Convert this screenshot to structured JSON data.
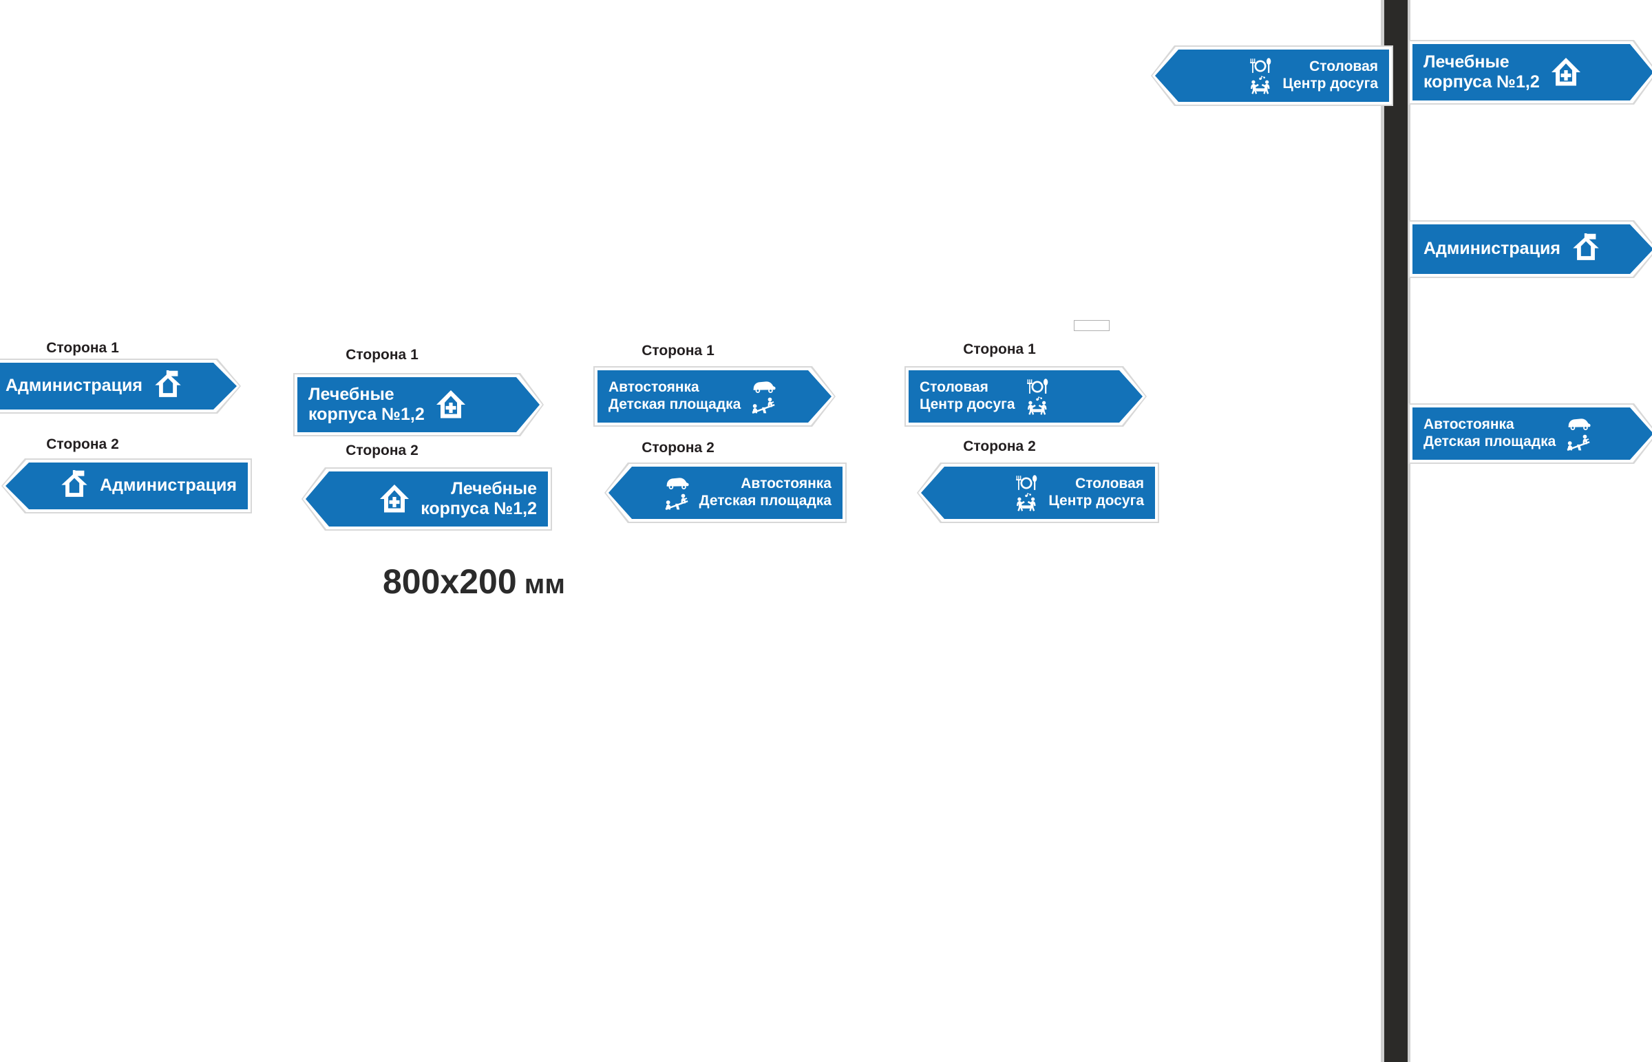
{
  "meta": {
    "dimension_caption_value": "800x200",
    "dimension_caption_unit": " мм"
  },
  "labels": {
    "side1": "Сторона 1",
    "side2": "Сторона 2"
  },
  "groups": [
    {
      "id": "administration",
      "side1_label": "Сторона 1",
      "side2_label": "Сторона 2",
      "lines": [
        "Администрация"
      ],
      "icons": [
        "administration-house-flag-icon"
      ]
    },
    {
      "id": "medical-buildings",
      "side1_label": "Сторона 1",
      "side2_label": "Сторона 2",
      "lines": [
        "Лечебные",
        "корпуса №1,2"
      ],
      "icons": [
        "hospital-house-cross-icon"
      ]
    },
    {
      "id": "parking-playground",
      "side1_label": "Сторона 1",
      "side2_label": "Сторона 2",
      "lines": [
        "Автостоянка",
        "Детская площадка"
      ],
      "icons": [
        "car-icon",
        "seesaw-playground-icon"
      ]
    },
    {
      "id": "canteen-leisure",
      "side1_label": "Сторона 1",
      "side2_label": "Сторона 2",
      "lines": [
        "Столовая",
        "Центр досуга"
      ],
      "icons": [
        "cutlery-plate-icon",
        "dancing-people-icon"
      ]
    }
  ],
  "pole_signs": {
    "left_arm": {
      "lines": [
        "Столовая",
        "Центр досуга"
      ],
      "icons": [
        "cutlery-plate-icon",
        "dancing-people-icon"
      ],
      "direction": "left"
    },
    "right_arms": [
      {
        "lines": [
          "Лечебные",
          "корпуса №1,2"
        ],
        "icons": [
          "hospital-house-cross-icon"
        ],
        "direction": "right"
      },
      {
        "lines": [
          "Администрация"
        ],
        "icons": [
          "administration-house-flag-icon"
        ],
        "direction": "right"
      },
      {
        "lines": [
          "Автостоянка",
          "Детская площадка"
        ],
        "icons": [
          "car-icon",
          "seesaw-playground-icon"
        ],
        "direction": "right"
      }
    ]
  },
  "colors": {
    "sign_blue": "#1372b8",
    "sign_text": "#ffffff",
    "label_text": "#231f20",
    "pole": "#2b2a28",
    "background": "#ffffff",
    "halo": "#d8d8d8"
  }
}
